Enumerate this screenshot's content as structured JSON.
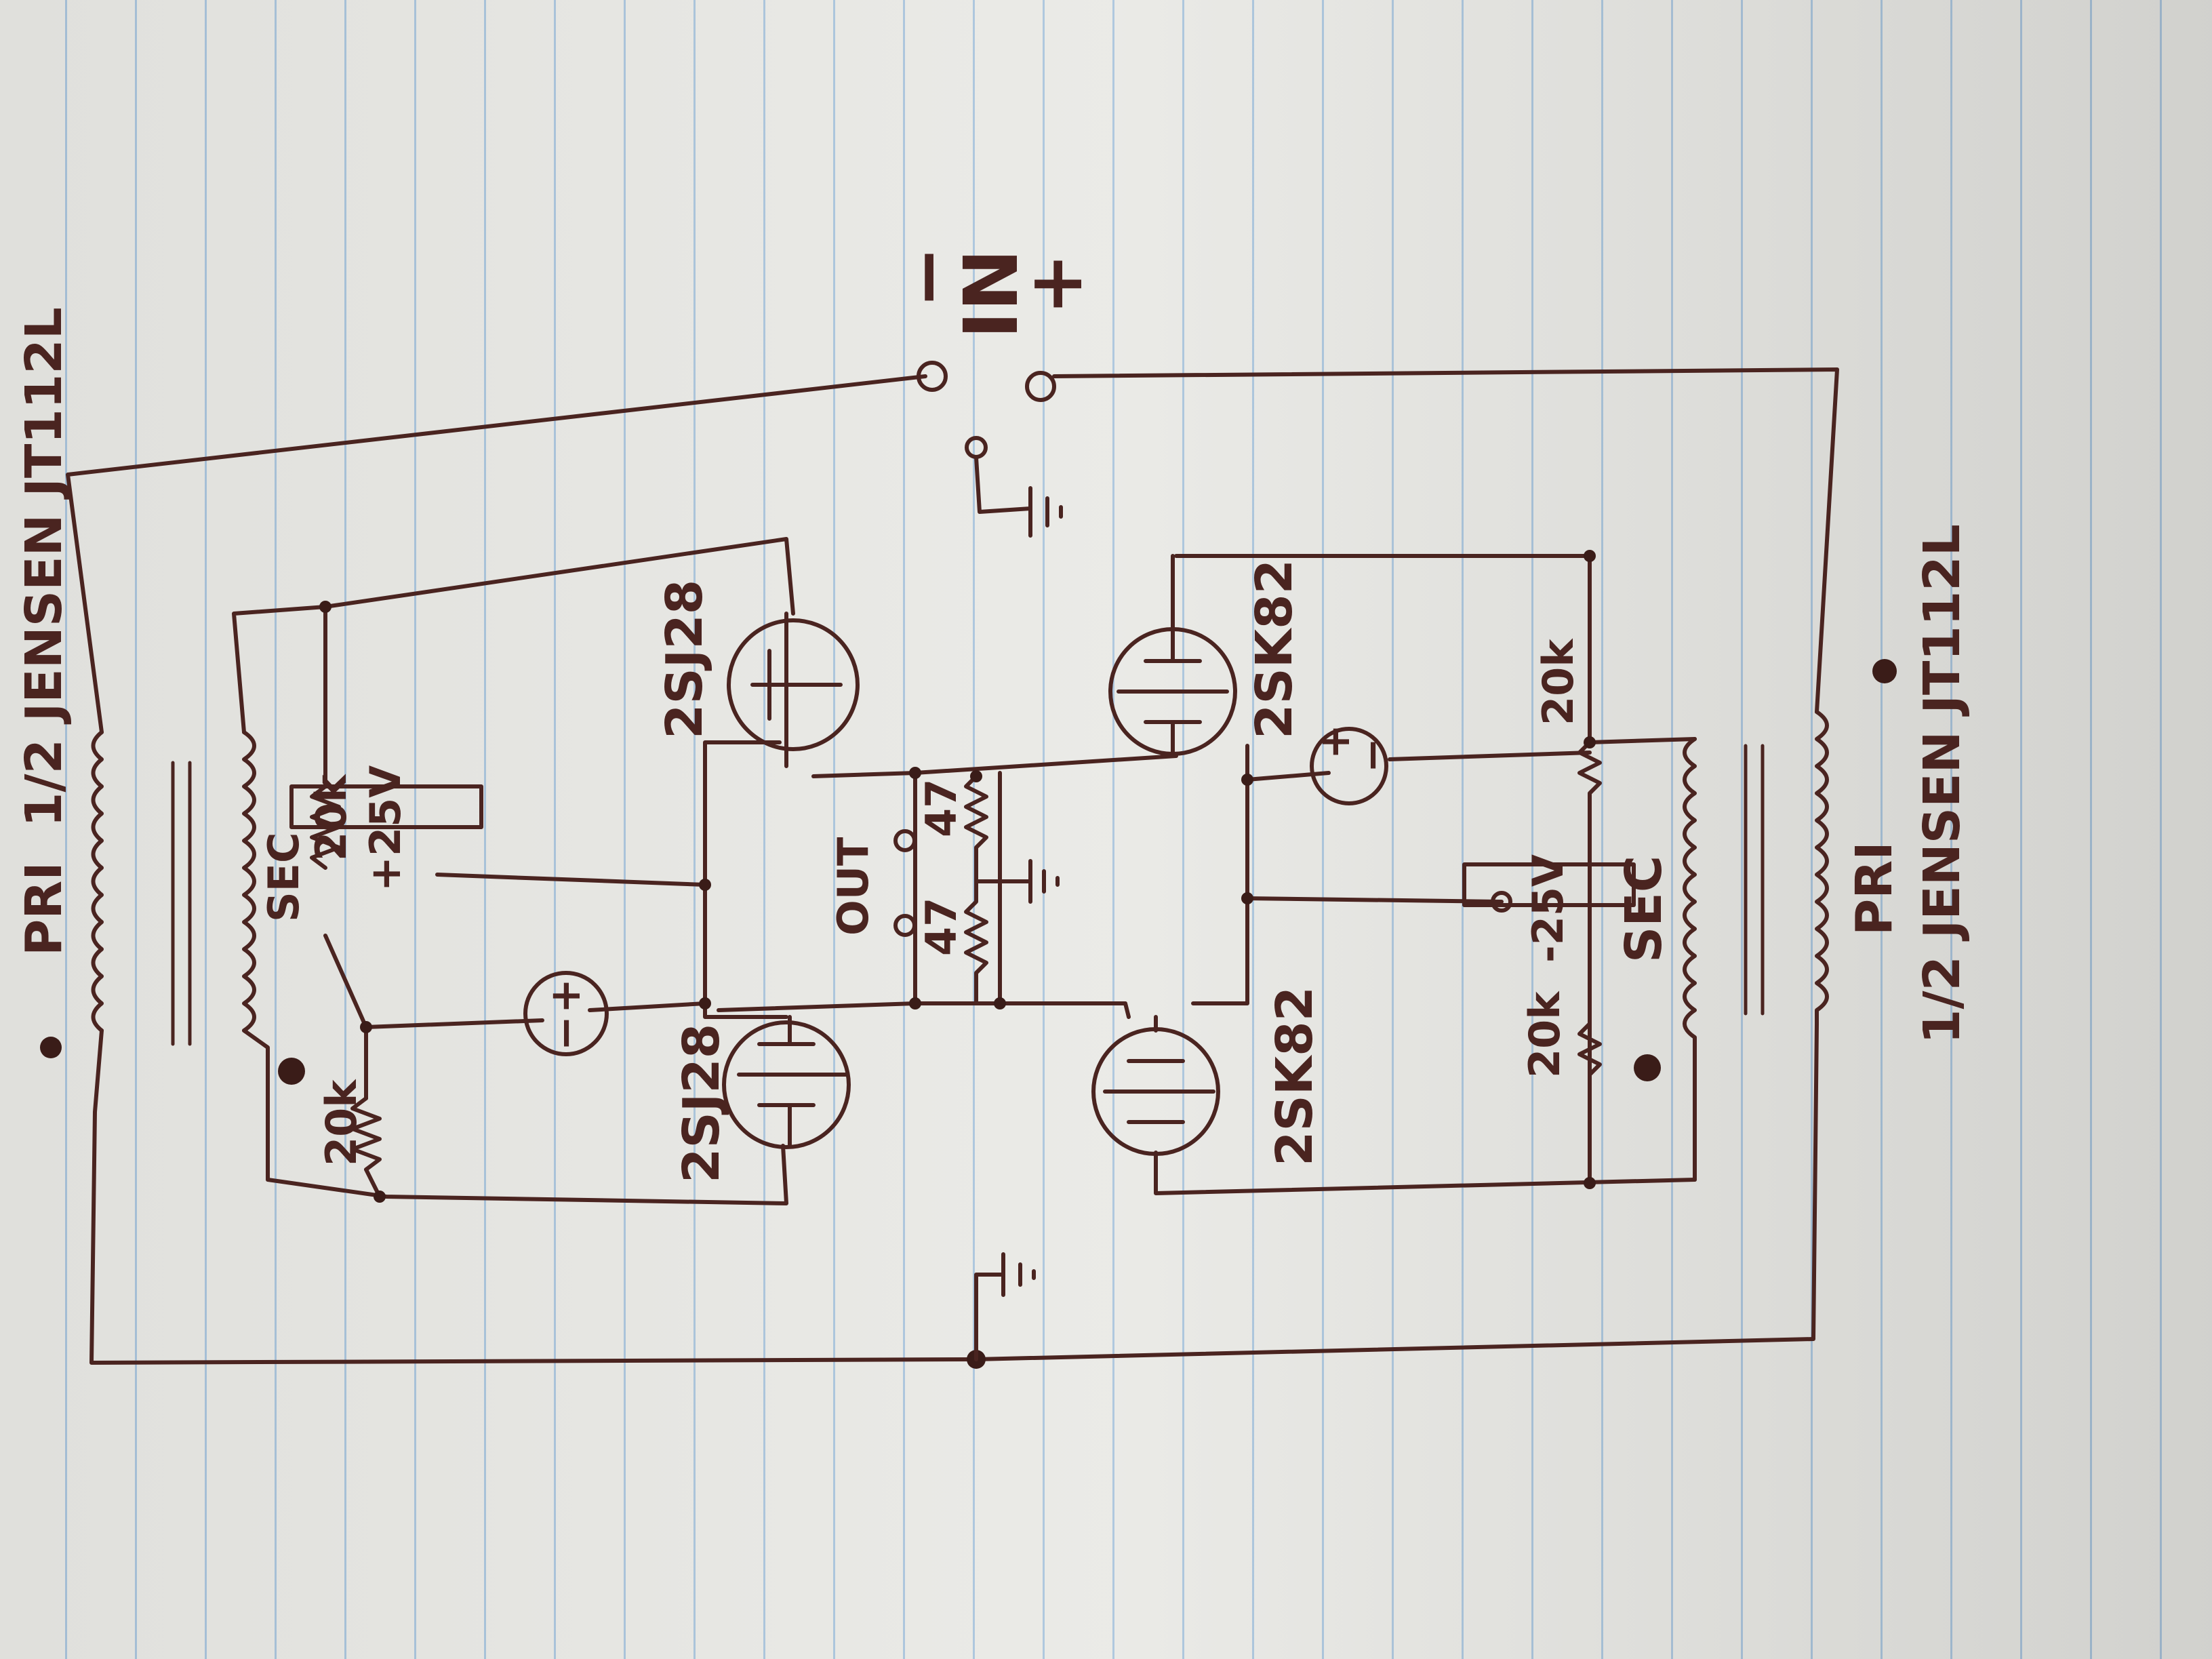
{
  "labels": {
    "pri_top": "PRI",
    "jensen_top": "1/2 JENSEN JT112L",
    "pri_bottom": "PRI",
    "jensen_bottom": "1/2 JENSEN JT112L",
    "sec_top": "SEC",
    "sec_bottom": "SEC",
    "res_20k_1": "20k",
    "res_20k_2": "20k",
    "res_20k_3": "20k",
    "res_20k_4": "20k",
    "plus_25v": "+25V",
    "minus_25v": "-25V",
    "fet_2sj28_top": "2SJ28",
    "fet_2sj28_bottom": "2SJ28",
    "fet_2sk82_top": "2SK82",
    "fet_2sk82_bottom": "2SK82",
    "out": "OUT",
    "res_47_1": "47",
    "res_47_2": "47",
    "in": "IN",
    "in_minus": "−",
    "in_plus": "+",
    "batt_plus": "+",
    "batt_minus": "−"
  }
}
